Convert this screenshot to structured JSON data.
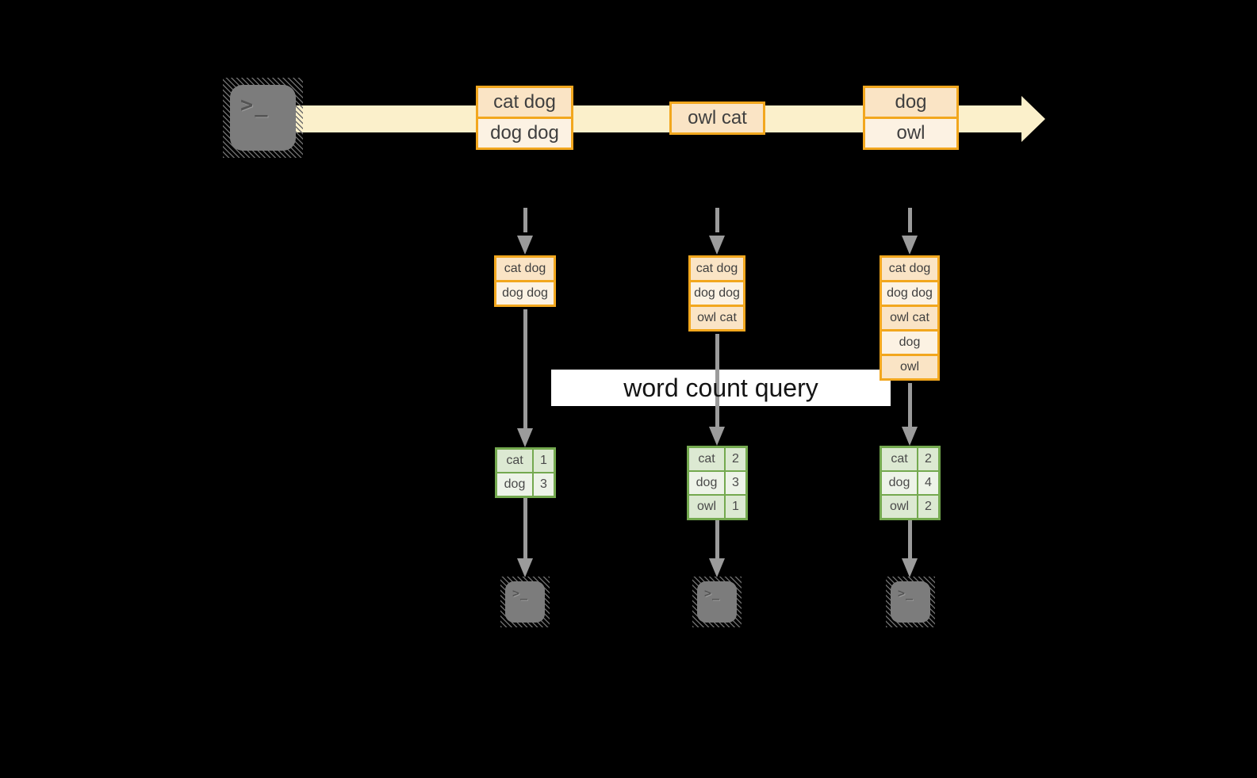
{
  "diagram": {
    "query": {
      "label": "word count query"
    },
    "stream": {
      "events": [
        {
          "lines": [
            "cat dog",
            "dog dog"
          ]
        },
        {
          "lines": [
            "owl cat"
          ]
        },
        {
          "lines": [
            "dog",
            "owl"
          ]
        }
      ]
    },
    "buffers": [
      {
        "rows": [
          "cat dog",
          "dog dog"
        ]
      },
      {
        "rows": [
          "cat dog",
          "dog dog",
          "owl cat"
        ]
      },
      {
        "rows": [
          "cat dog",
          "dog dog",
          "owl cat",
          "dog",
          "owl"
        ]
      }
    ],
    "tables": [
      {
        "rows": [
          {
            "word": "cat",
            "count": "1"
          },
          {
            "word": "dog",
            "count": "3"
          }
        ]
      },
      {
        "rows": [
          {
            "word": "cat",
            "count": "2"
          },
          {
            "word": "dog",
            "count": "3"
          },
          {
            "word": "owl",
            "count": "1"
          }
        ]
      },
      {
        "rows": [
          {
            "word": "cat",
            "count": "2"
          },
          {
            "word": "dog",
            "count": "4"
          },
          {
            "word": "owl",
            "count": "2"
          }
        ]
      }
    ],
    "icons": {
      "producer": "terminal-icon",
      "consumers": [
        "terminal-icon",
        "terminal-icon",
        "terminal-icon"
      ],
      "glyph": ">_"
    },
    "colors": {
      "background": "#000000",
      "accent_orange": "#F2A71E",
      "fill_peach": "#FAE4C5",
      "fill_cream": "#FCF2E3",
      "stream_band": "#FBF0CB",
      "green_border": "#74A94F",
      "green_fill_dark": "#DCE9D2",
      "green_fill_light": "#EDF3E8",
      "arrow_gray": "#9B9B9B",
      "terminal_gray": "#7C7C7C",
      "query_bg": "#FFFFFF",
      "text_dark": "#3F3F3F"
    }
  }
}
